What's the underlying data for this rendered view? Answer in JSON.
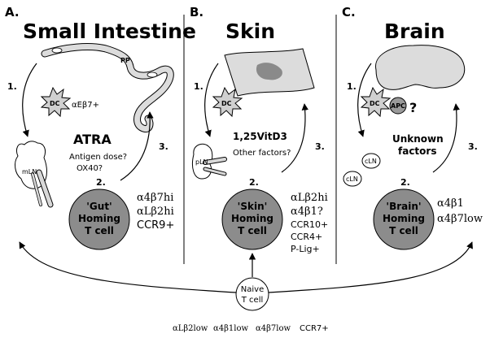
{
  "panels": [
    {
      "letter": "A.",
      "title": "Small Intestine",
      "organ_label": "PP",
      "step1": "1.",
      "step2": "2.",
      "step3": "3.",
      "dc_label": "DC",
      "dc_marker": "αEβ7+",
      "node_label": "mLN",
      "factor_main": "ATRA",
      "factor_lines": [
        "Antigen dose?",
        "OX40?"
      ],
      "cell_lines": [
        "'Gut'",
        "Homing",
        "T cell"
      ],
      "markers": [
        "α4β7hi",
        "αLβ2hi",
        "CCR9+"
      ]
    },
    {
      "letter": "B.",
      "title": "Skin",
      "step1": "1.",
      "step2": "2.",
      "step3": "3.",
      "dc_label": "DC",
      "node_label": "pLN",
      "factor_main": "1,25VitD3",
      "factor_lines": [
        "Other factors?"
      ],
      "cell_lines": [
        "'Skin'",
        "Homing",
        "T cell"
      ],
      "markers": [
        "αLβ2hi",
        "α4β1?",
        "CCR10+",
        "CCR4+",
        "P-Lig+"
      ]
    },
    {
      "letter": "C.",
      "title": "Brain",
      "step1": "1.",
      "step2": "2.",
      "step3": "3.",
      "dc_label": "DC",
      "apc_label": "APC",
      "question": "?",
      "node_labels": [
        "cLN",
        "cLN"
      ],
      "factor_lines": [
        "Unknown",
        "factors"
      ],
      "cell_lines": [
        "'Brain'",
        "Homing",
        "T cell"
      ],
      "markers": [
        "α4β1",
        "α4β7low"
      ]
    }
  ],
  "naive": {
    "lines": [
      "Naive",
      "T cell"
    ],
    "markers": [
      "αLβ2low",
      "α4β1low",
      "α4β7low",
      "CCR7+"
    ]
  },
  "colors": {
    "cell_fill": "#8c8c8c",
    "organ_fill": "#dcdcdc",
    "dc_fill": "#d0d0d0",
    "apc_fill": "#9a9a9a",
    "lesion_fill": "#8a8a8a"
  }
}
